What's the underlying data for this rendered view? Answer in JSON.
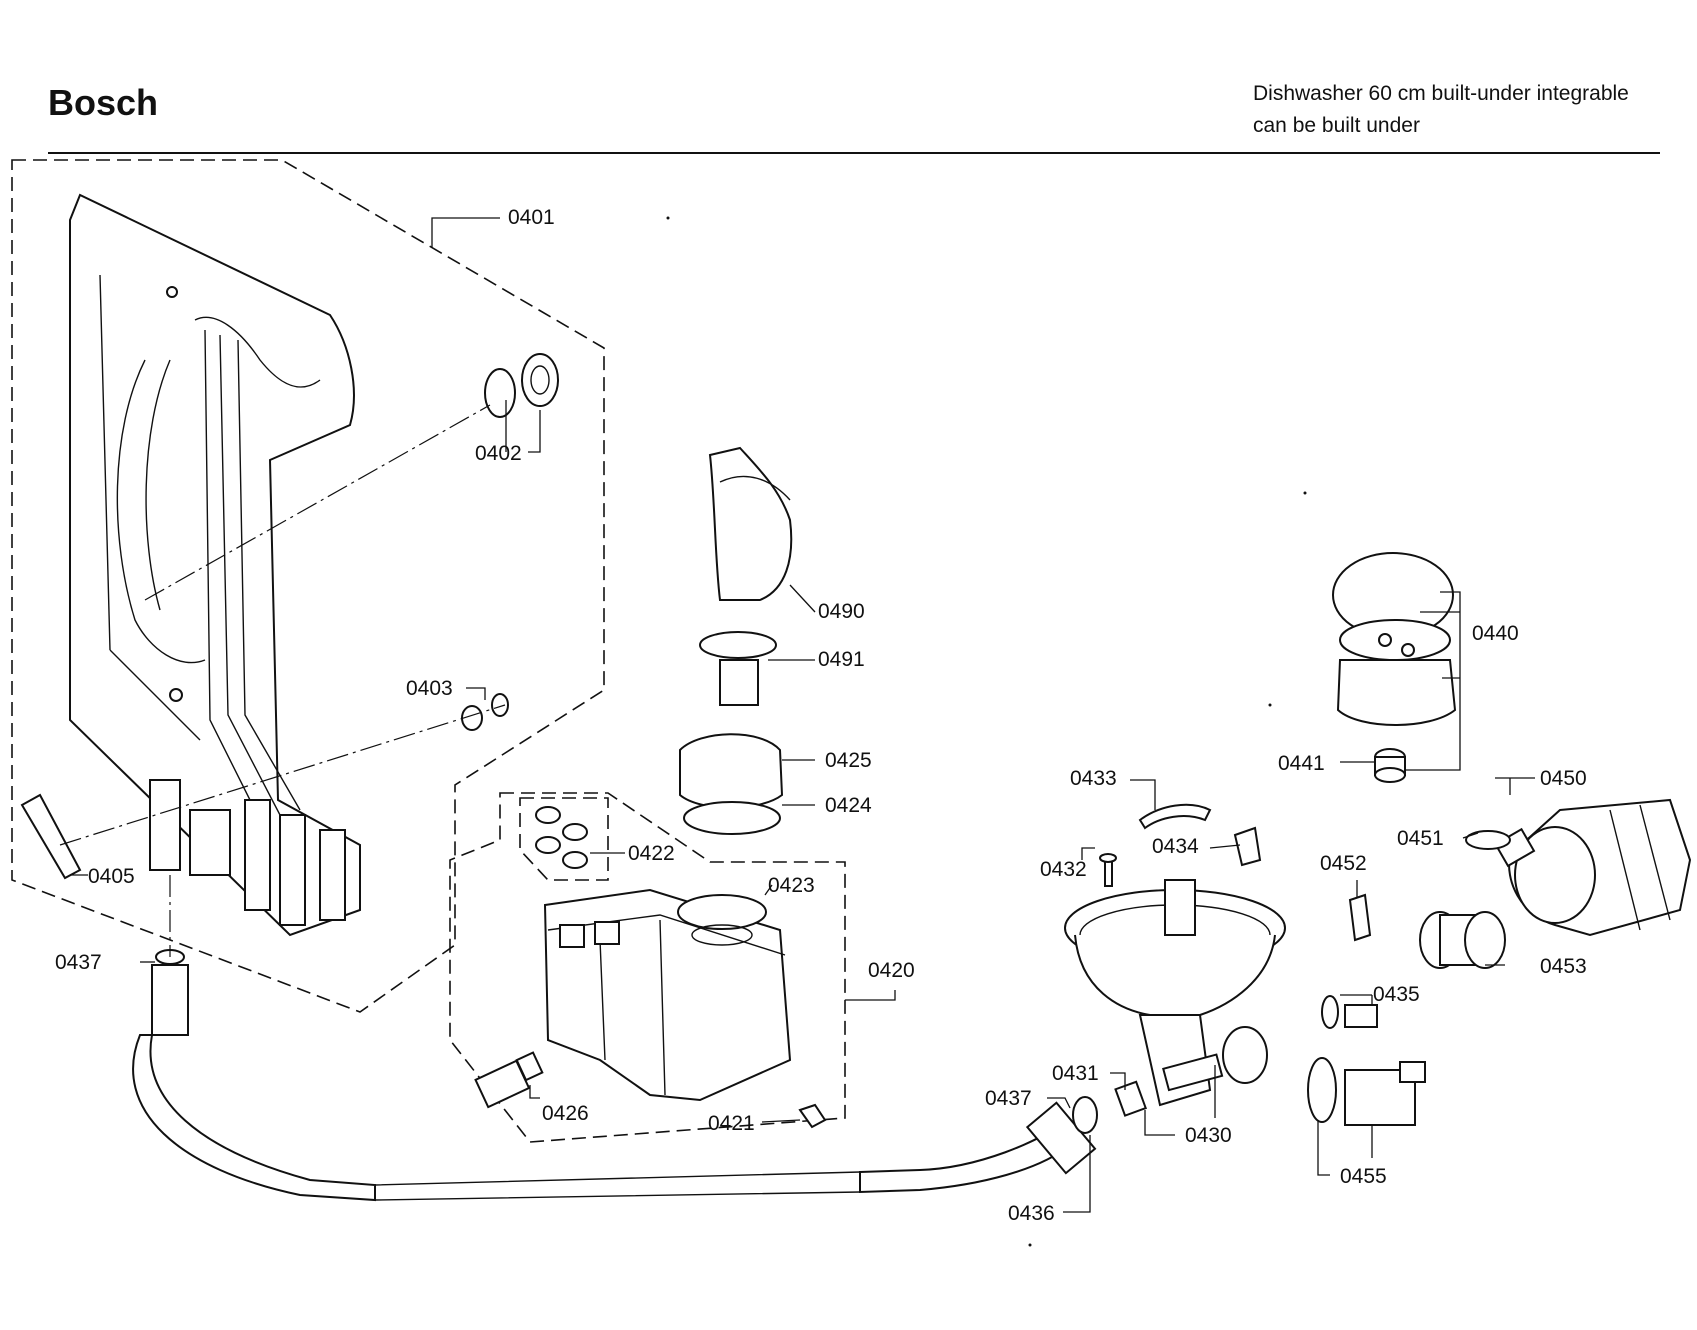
{
  "header": {
    "brand": "Bosch",
    "description_line1": "Dishwasher 60 cm built-under integrable",
    "description_line2": "can be built under"
  },
  "diagram": {
    "part_labels": {
      "p0401": "0401",
      "p0402": "0402",
      "p0403": "0403",
      "p0405": "0405",
      "p0437a": "0437",
      "p0490": "0490",
      "p0491": "0491",
      "p0425": "0425",
      "p0424": "0424",
      "p0422": "0422",
      "p0423": "0423",
      "p0420": "0420",
      "p0426": "0426",
      "p0421": "0421",
      "p0433": "0433",
      "p0432": "0432",
      "p0434": "0434",
      "p0431": "0431",
      "p0437b": "0437",
      "p0430": "0430",
      "p0436": "0436",
      "p0440": "0440",
      "p0441": "0441",
      "p0450": "0450",
      "p0451": "0451",
      "p0452": "0452",
      "p0453": "0453",
      "p0435": "0435",
      "p0455": "0455"
    }
  }
}
